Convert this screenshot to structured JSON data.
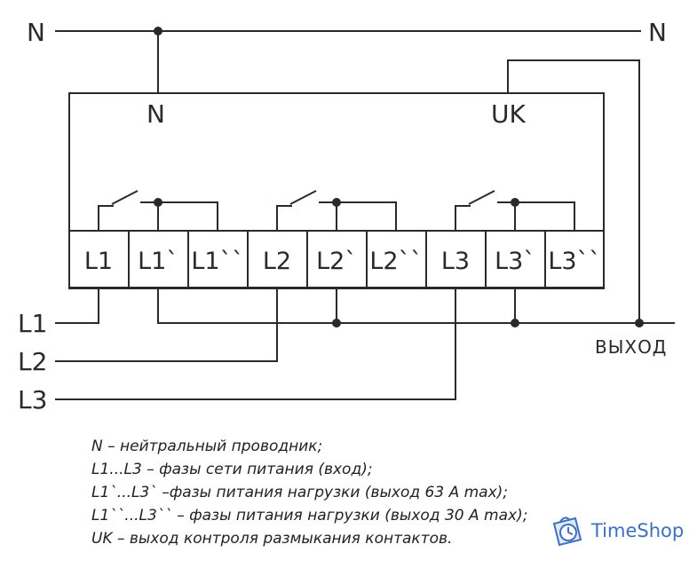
{
  "diagram": {
    "n_left": "N",
    "n_right": "N",
    "n_terminal": "N",
    "uk_terminal": "UK",
    "terminals": [
      "L1",
      "L1`",
      "L1``",
      "L2",
      "L2`",
      "L2``",
      "L3",
      "L3`",
      "L3``"
    ],
    "inputs": [
      "L1",
      "L2",
      "L3"
    ],
    "output": "ВЫХОД"
  },
  "legend": [
    "N – нейтральный проводник;",
    "L1...L3 – фазы сети питания (вход);",
    "L1`...L3` –фазы питания нагрузки (выход 63 А max);",
    "L1``...L3`` – фазы питания нагрузки (выход 30 А max);",
    "UK – выход контроля размыкания контактов."
  ],
  "watermark": {
    "text": "TimeShop",
    "icon": "clock-bag-icon",
    "color": "#3f6fc0"
  }
}
